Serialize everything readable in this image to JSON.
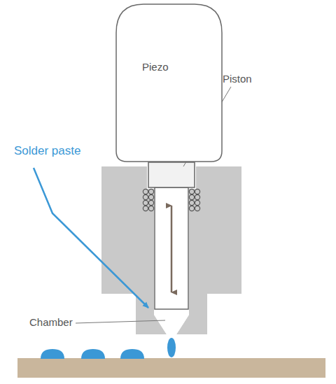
{
  "diagram": {
    "nodes": [
      {
        "text": [
          "Piezo"
        ]
      }
    ],
    "labels": [
      "Solder paste",
      "Piston",
      "Chamber"
    ]
  }
}
